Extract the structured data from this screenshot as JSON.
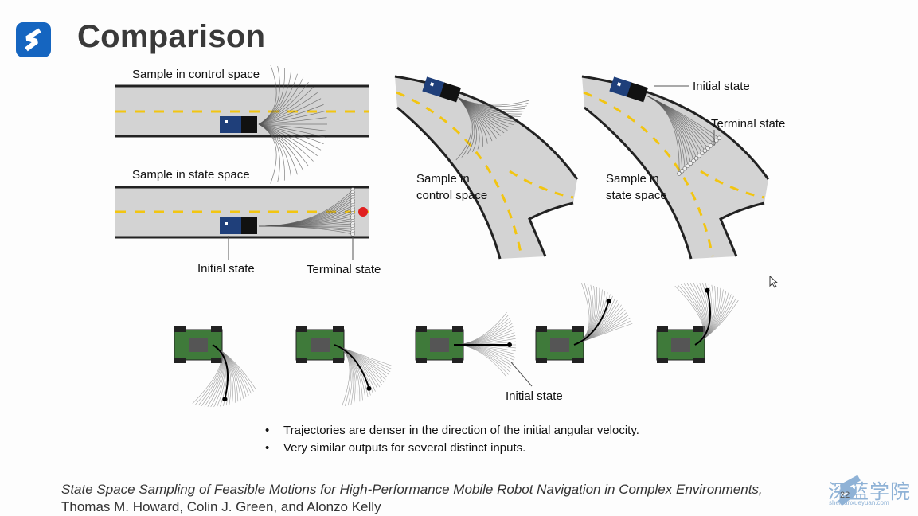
{
  "slide": {
    "title": "Comparison",
    "page_number": "22"
  },
  "labels": {
    "control_space_straight": "Sample in control space",
    "state_space_straight": "Sample in state space",
    "initial_state_straight": "Initial state",
    "terminal_state_straight": "Terminal state",
    "control_space_curve_1": "Sample in",
    "control_space_curve_2": "control space",
    "state_space_curve_1": "Sample in",
    "state_space_curve_2": "state space",
    "initial_state_curve": "Initial state",
    "terminal_state_curve": "Terminal state",
    "initial_state_robots": "Initial state"
  },
  "bullets": [
    "Trajectories are denser in the direction of the initial angular velocity.",
    "Very similar outputs for several distinct inputs."
  ],
  "citation": {
    "title": "State Space Sampling of Feasible Motions for High-Performance Mobile Robot Navigation in Complex Environments,",
    "authors": "Thomas M. Howard, Colin J. Green, and Alonzo Kelly"
  },
  "watermark": {
    "text": "深蓝学院",
    "subtext": "shenlanxueyuan.com"
  },
  "colors": {
    "road": "#d3d3d3",
    "lane": "#f2c511",
    "car": "#1f3f7a",
    "robot": "#3f7a3a",
    "accent": "#1565c0",
    "terminal_dot": "#e02020"
  }
}
